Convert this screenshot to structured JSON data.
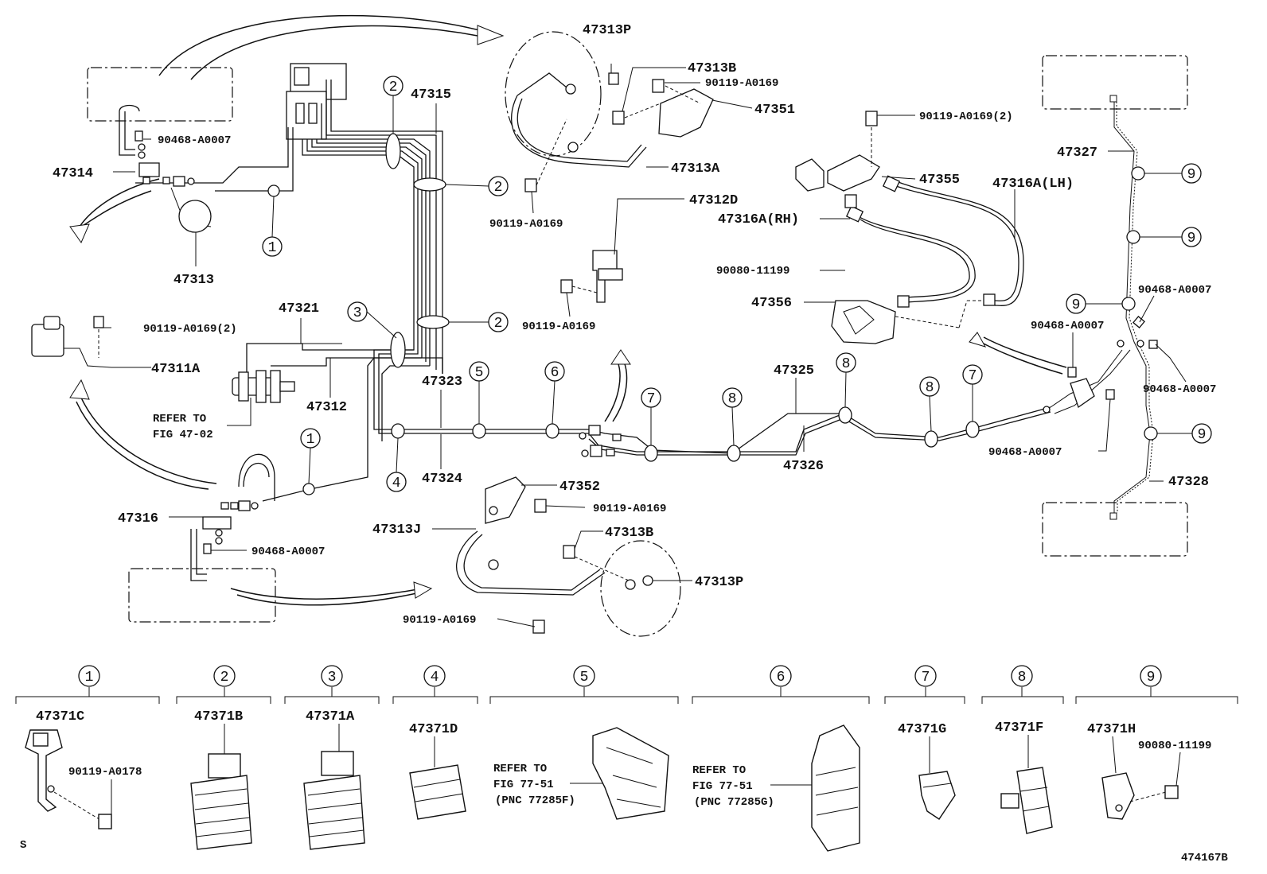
{
  "labels": {
    "p47313P_top": "47313P",
    "p47313B_top": "47313B",
    "p90119_a": "90119-A0169",
    "p47351": "47351",
    "p47313A": "47313A",
    "p90119_b": "90119-A0169",
    "p47315": "47315",
    "p90468_a": "90468-A0007",
    "p47314": "47314",
    "p47313": "47313",
    "p90119_2a": "90119-A0169(2)",
    "p47311A": "47311A",
    "p47321": "47321",
    "p47312": "47312",
    "refer_4702_a": "REFER TO",
    "refer_4702_b": "FIG 47-02",
    "p47312D": "47312D",
    "p90119_c": "90119-A0169",
    "p47323": "47323",
    "p47324": "47324",
    "p47316": "47316",
    "p90468_b": "90468-A0007",
    "p47352": "47352",
    "p90119_d": "90119-A0169",
    "p47313J": "47313J",
    "p47313B_bot": "47313B",
    "p47313P_bot": "47313P",
    "p90119_e": "90119-A0169",
    "p90119_2b": "90119-A0169(2)",
    "p47355": "47355",
    "p47316A_LH": "47316A(LH)",
    "p47316A_RH": "47316A(RH)",
    "p90080_a": "90080-11199",
    "p47356": "47356",
    "p47325": "47325",
    "p47326": "47326",
    "p47327": "47327",
    "p90468_c": "90468-A0007",
    "p90468_d": "90468-A0007",
    "p90468_e": "90468-A0007",
    "p90468_f": "90468-A0007",
    "p47328": "47328"
  },
  "callouts": {
    "c1": "1",
    "c2": "2",
    "c3": "3",
    "c4": "4",
    "c5": "5",
    "c6": "6",
    "c7": "7",
    "c8": "8",
    "c9": "9"
  },
  "legend": {
    "g1": {
      "num": "1",
      "part": "47371C",
      "extra": "90119-A0178"
    },
    "g2": {
      "num": "2",
      "part": "47371B"
    },
    "g3": {
      "num": "3",
      "part": "47371A"
    },
    "g4": {
      "num": "4",
      "part": "47371D"
    },
    "g5": {
      "num": "5",
      "refer1": "REFER TO",
      "refer2": "FIG 77-51",
      "refer3": "(PNC 77285F)"
    },
    "g6": {
      "num": "6",
      "refer1": "REFER TO",
      "refer2": "FIG 77-51",
      "refer3": "(PNC 77285G)"
    },
    "g7": {
      "num": "7",
      "part": "47371G"
    },
    "g8": {
      "num": "8",
      "part": "47371F"
    },
    "g9": {
      "num": "9",
      "part": "47371H",
      "extra": "90080-11199"
    }
  },
  "footer": {
    "left_mark": "S",
    "figure_id": "474167B"
  }
}
